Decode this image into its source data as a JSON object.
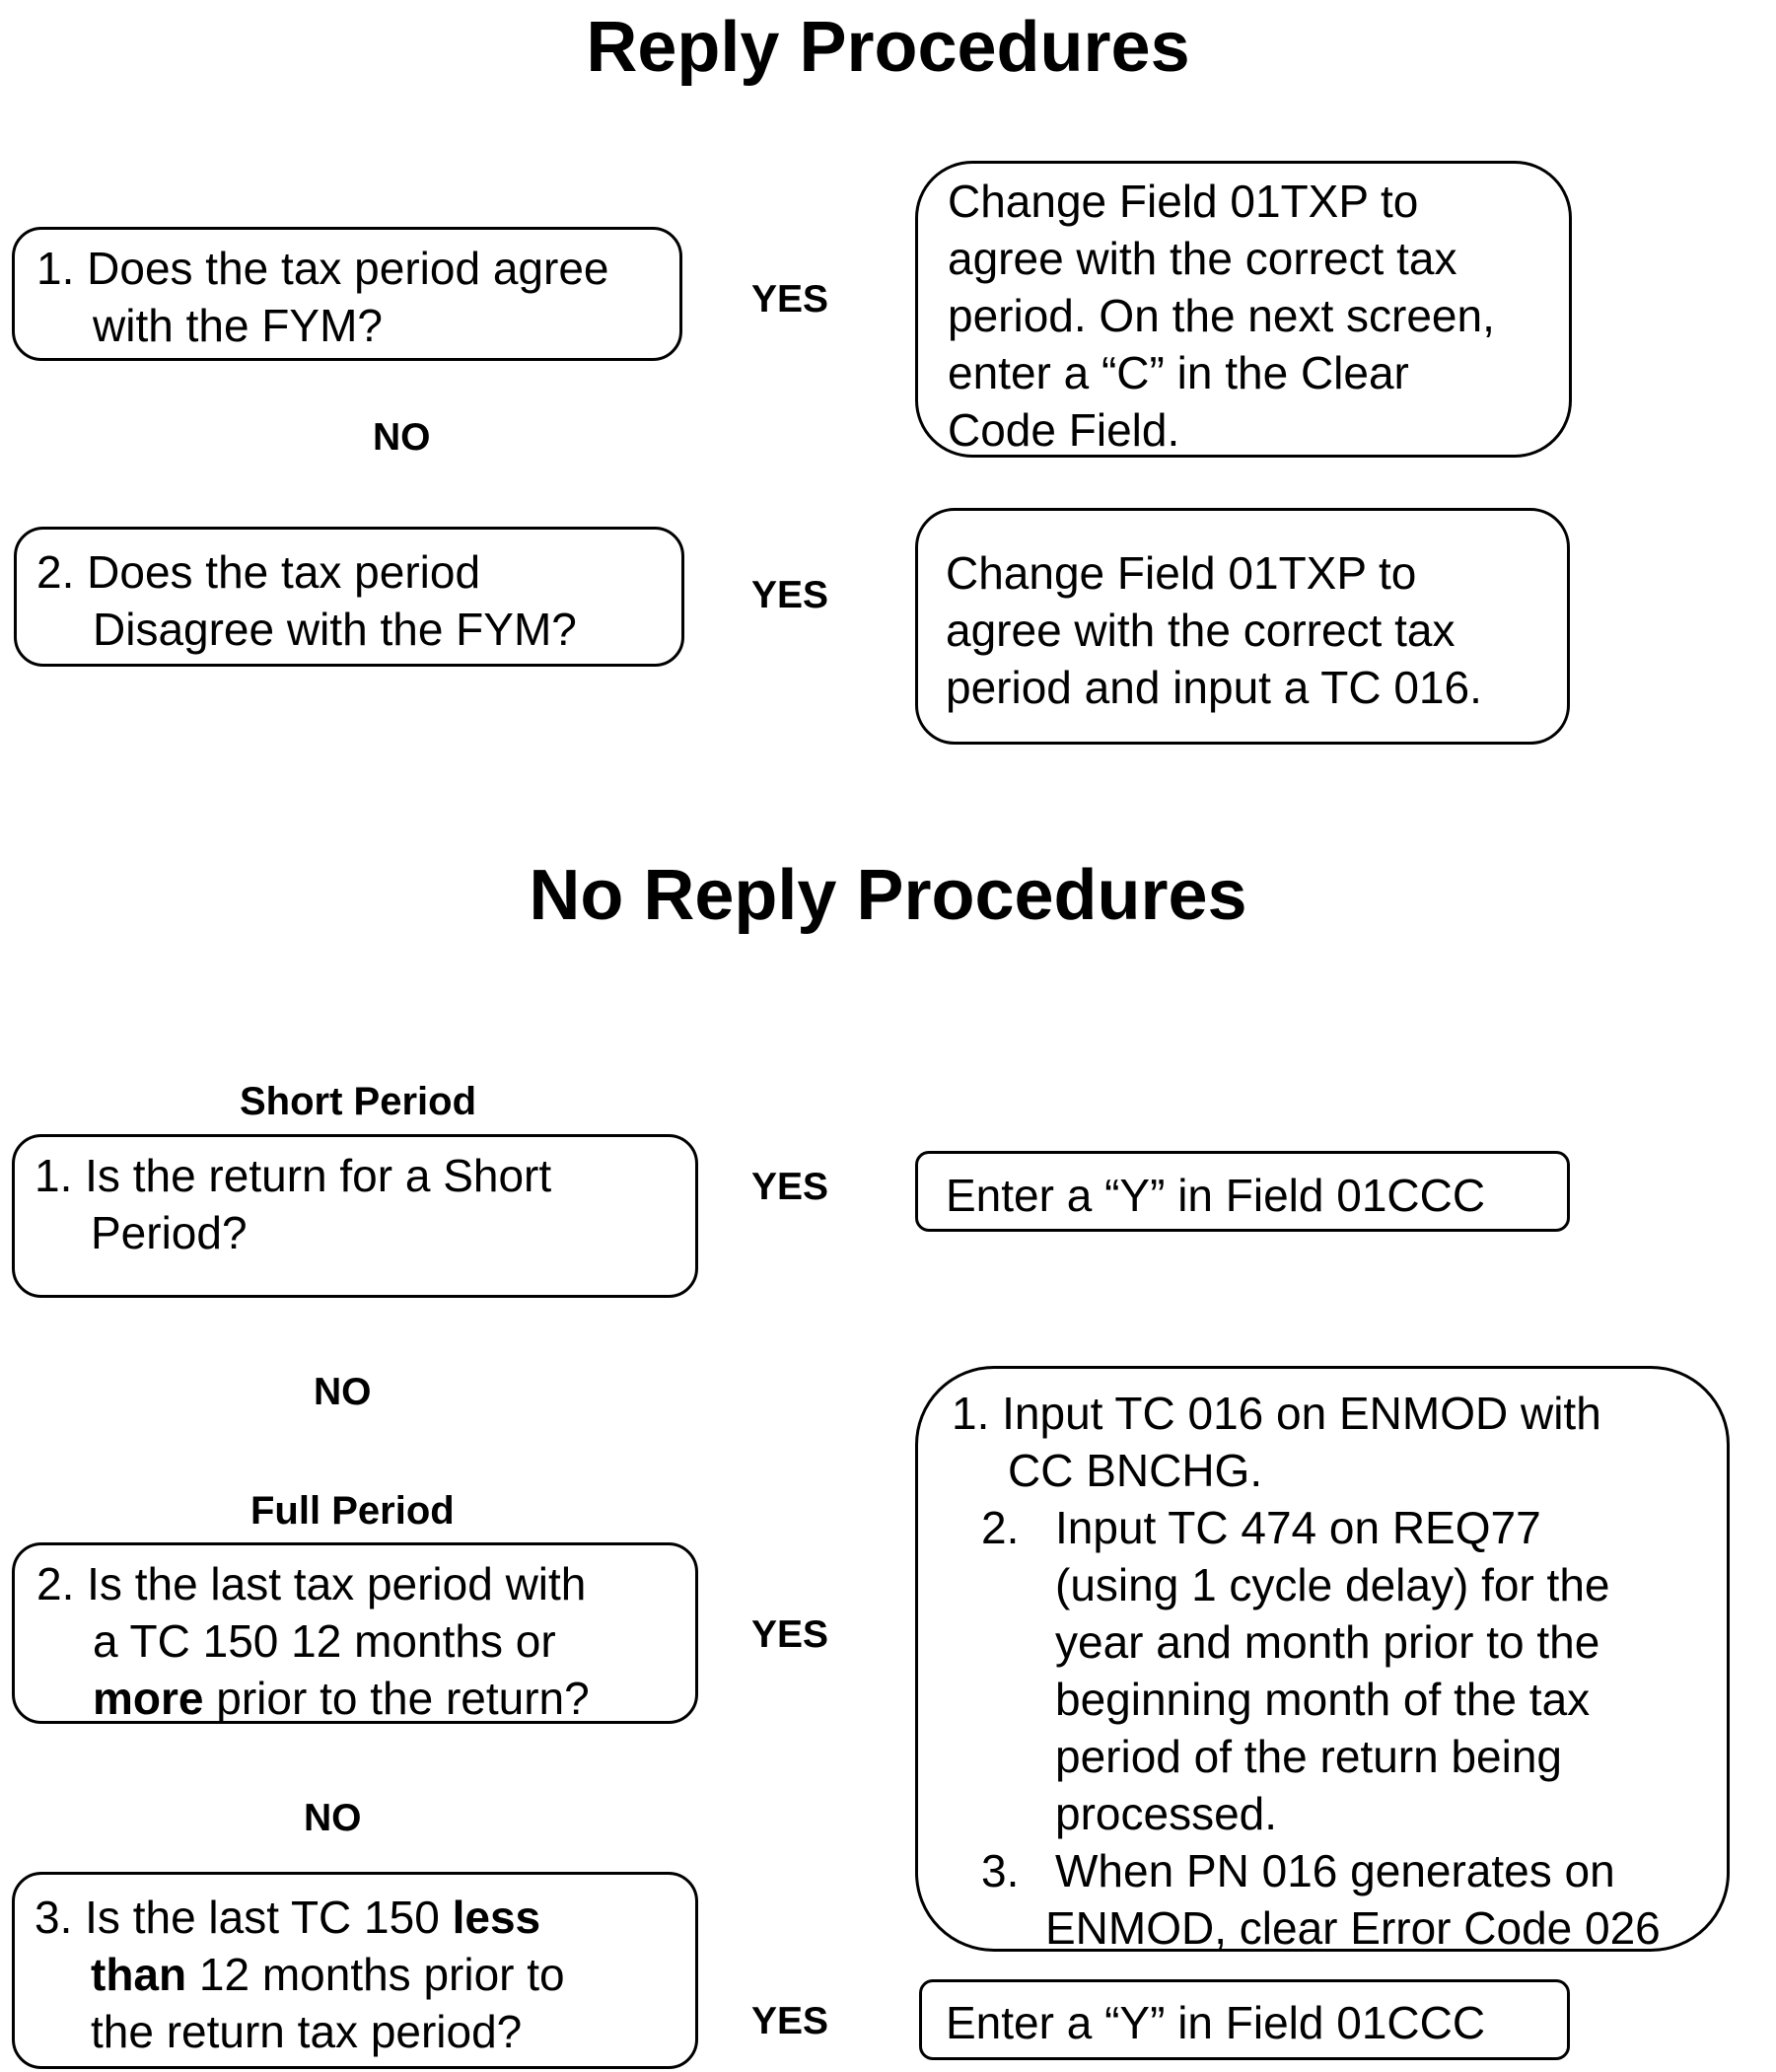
{
  "titles": {
    "reply": "Reply Procedures",
    "no_reply": "No Reply Procedures"
  },
  "reply": {
    "q1": [
      "1. Does the tax period agree",
      "with the FYM?"
    ],
    "q2": [
      "2. Does the tax period",
      "Disagree with the FYM?"
    ],
    "a1": [
      "Change Field 01TXP to",
      "agree with the correct tax",
      "period. On the next screen,",
      "enter a “C” in the Clear",
      "Code Field."
    ],
    "a2": [
      "Change Field 01TXP to",
      "agree with the correct tax",
      "period and input a TC 016."
    ],
    "yes1": "YES",
    "yes2": "YES",
    "no1": "NO"
  },
  "no_reply": {
    "short_period": "Short Period",
    "full_period": "Full Period",
    "q1": [
      "1. Is the return for a Short",
      "Period?"
    ],
    "q2": {
      "l1": "2. Is the last tax period with",
      "l2": "a TC 150 12 months or",
      "l3_bold": "more",
      "l3_rest": " prior to the return?"
    },
    "q3": {
      "l1_pre": "3. Is the last TC 150 ",
      "l1_bold": "less",
      "l2_bold": "than",
      "l2_rest": " 12 months prior to",
      "l3": "the return tax period?"
    },
    "a1": "Enter a “Y” in Field 01CCC",
    "a3": "Enter a “Y” in Field 01CCC",
    "a2": {
      "item1": [
        "1. Input TC 016 on ENMOD with",
        "CC BNCHG."
      ],
      "item2_num": "2.",
      "item2": [
        "Input TC 474 on REQ77",
        "(using 1 cycle delay) for the",
        "year and month prior to the",
        "beginning month of the tax",
        "period of the return being",
        "processed."
      ],
      "item3_num": "3.",
      "item3": [
        "When PN 016 generates on",
        "ENMOD, clear Error Code 026"
      ]
    },
    "yes1": "YES",
    "yes2": "YES",
    "yes3": "YES",
    "no1": "NO",
    "no2": "NO"
  }
}
